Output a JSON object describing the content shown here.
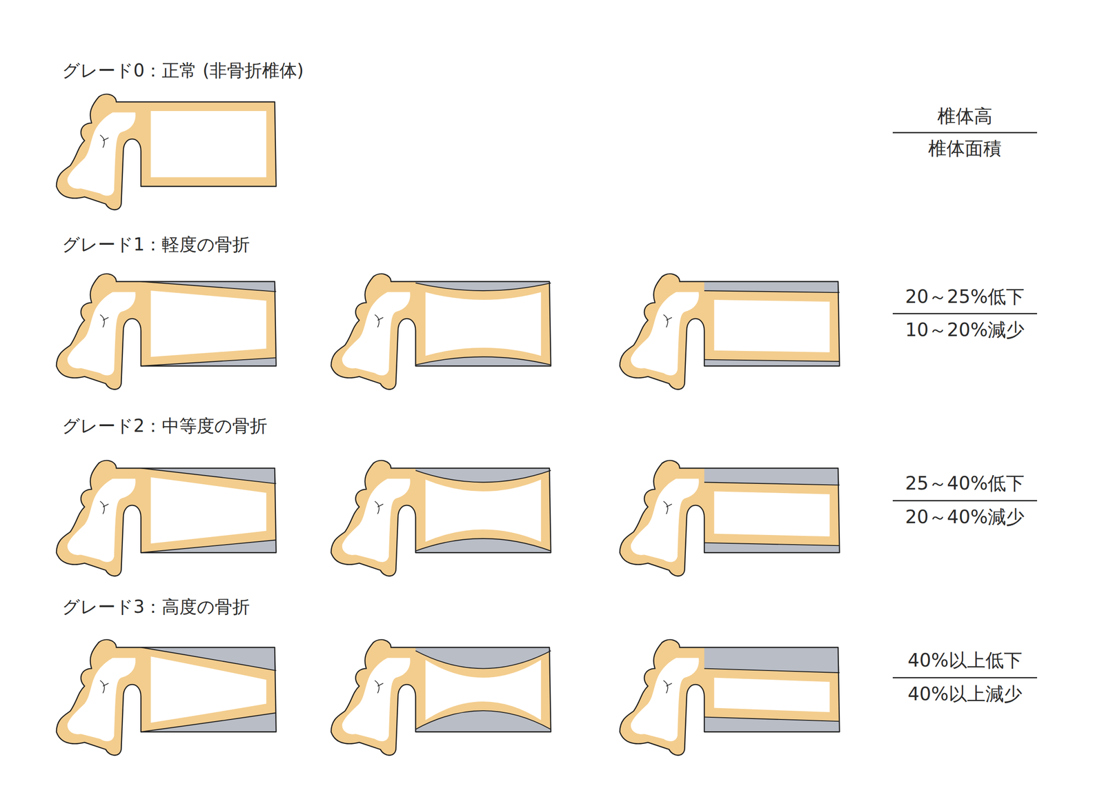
{
  "diagram": {
    "labels": [
      "グレード0：正常 (非骨折椎体)",
      "椎体高",
      "椎体面積",
      "グレード1：軽度の骨折",
      "20～25%低下",
      "10～20%減少",
      "グレード2：中等度の骨折",
      "25～40%低下",
      "20～40%減少",
      "グレード3：高度の骨折",
      "40%以上低下",
      "40%以上減少"
    ]
  }
}
